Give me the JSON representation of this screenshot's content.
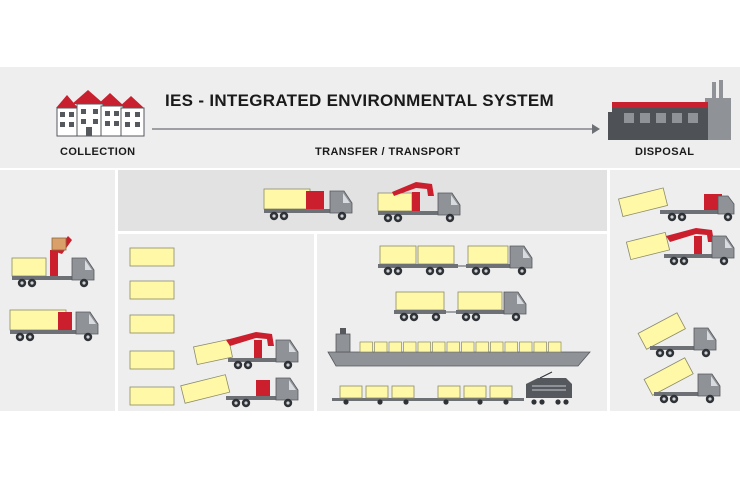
{
  "header": {
    "title_prefix": "IES",
    "title_rest": " - INTEGRATED ENVIRONMENTAL SYSTEM",
    "collection_label": "COLLECTION",
    "transfer_label": "TRANSFER / TRANSPORT",
    "disposal_label": "DISPOSAL"
  },
  "colors": {
    "panel_bg": "#efefef",
    "panel_bg_dark": "#e2e2e2",
    "container_fill": "#fff8a6",
    "container_stroke": "#8a8a6a",
    "crane_red": "#cc1f2d",
    "truck_grey": "#8f9297",
    "truck_dark": "#55585d",
    "roof_red": "#c8202f"
  }
}
